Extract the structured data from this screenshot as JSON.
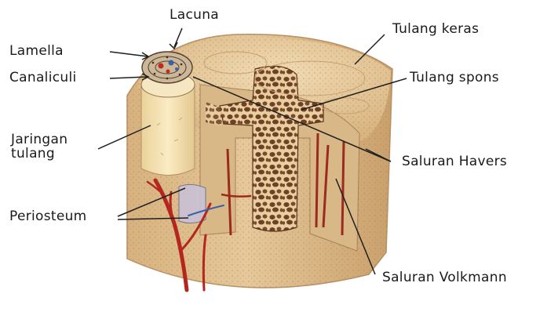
{
  "diagram": {
    "labels": {
      "lacuna": "Lacuna",
      "lamella": "Lamella",
      "canaliculi": "Canaliculi",
      "jaringan_tulang": "Jaringan\ntulang",
      "periosteum": "Periosteum",
      "tulang_keras": "Tulang keras",
      "tulang_spons": "Tulang spons",
      "saluran_havers": "Saluran Havers",
      "saluran_volkmann": "Saluran Volkmann"
    },
    "colors": {
      "bone_outer": "#e2c293",
      "bone_top": "#ecd1a6",
      "bone_shadow": "#cda777",
      "spongy_dark": "#7a4a2c",
      "marrow_plug": "#f5e3b3",
      "artery": "#b3271e",
      "vein": "#3b5fa8",
      "leader": "#1f1f1f"
    }
  }
}
